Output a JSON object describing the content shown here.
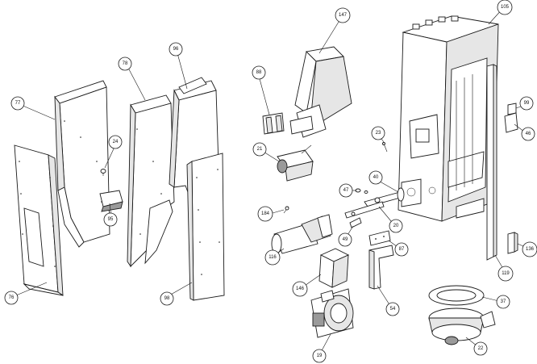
{
  "callouts": {
    "c77": "77",
    "c24": "24",
    "c76": "76",
    "c95": "95",
    "c78": "78",
    "c96": "96",
    "c98": "98",
    "c88": "88",
    "c147": "147",
    "c105": "105",
    "c99": "99",
    "c46": "46",
    "c23": "23",
    "c21": "21",
    "c40": "40",
    "c47": "47",
    "c184": "184",
    "c20": "20",
    "c49": "49",
    "c87": "87",
    "c116": "116",
    "c136": "136",
    "c119": "119",
    "c146": "146",
    "c54": "54",
    "c37": "37",
    "c19": "19",
    "c22": "22"
  }
}
